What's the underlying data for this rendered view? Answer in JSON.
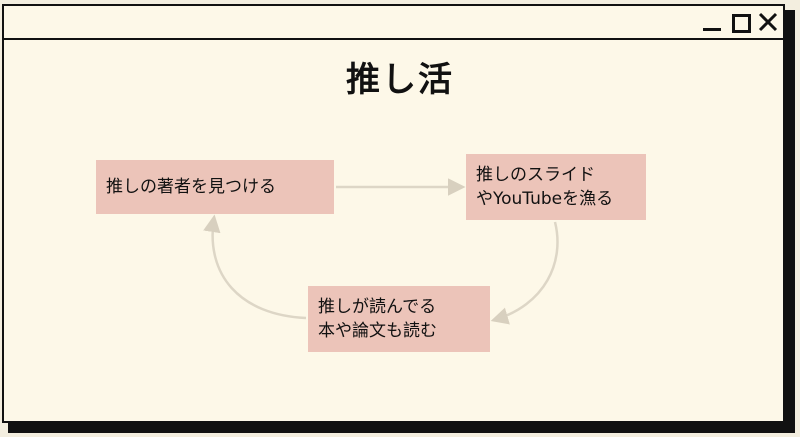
{
  "window": {
    "controls": {
      "minimize_icon": "minimize-icon",
      "maximize_icon": "maximize-icon",
      "close_icon": "close-icon"
    }
  },
  "slide": {
    "title": "推し活",
    "nodes": [
      {
        "lines": [
          "推しの著者を見つける"
        ]
      },
      {
        "lines": [
          "推しのスライド",
          "やYouTubeを漁る"
        ]
      },
      {
        "lines": [
          "推しが読んでる",
          "本や論文も読む"
        ]
      }
    ]
  },
  "colors": {
    "background": "#fdf8e8",
    "node_fill": "#ecc4b9",
    "arrow": "#ddd6c6",
    "border": "#111111"
  }
}
